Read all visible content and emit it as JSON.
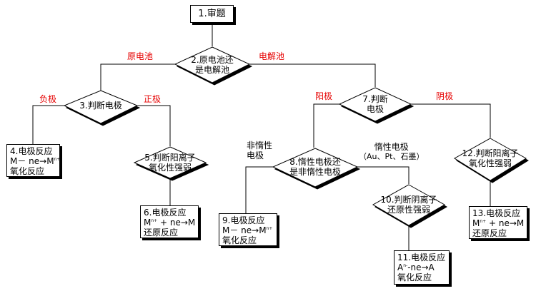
{
  "nodes": {
    "n1": "1.审题",
    "n2_l1": "2.原电池还",
    "n2_l2": "是电解池",
    "n3": "3.判断电极",
    "n4_l1": "4.电极反应",
    "n4_l2a": "M－ ne→M",
    "n4_l2sup": "n+",
    "n4_l3": "氧化反应",
    "n5_l1": "5.判断阳离子",
    "n5_l2": "氧化性强弱",
    "n6_l1": "6.电极反应",
    "n6_l2a": "M",
    "n6_l2sup": "n+",
    "n6_l2b": " + ne→M",
    "n6_l3": "还原反应",
    "n7_l1": "7.判断",
    "n7_l2": "电极",
    "n8_l1": "8.惰性电极还",
    "n8_l2": "是非惰性电极",
    "n9_l1": "9.电极反应",
    "n9_l2a": "M－ ne→M",
    "n9_l2sup": "n+",
    "n9_l3": "氧化反应",
    "n10_l1": "10.判断阴离子",
    "n10_l2": "还原性强弱",
    "n11_l1": "11.电极反应",
    "n11_l2a": "A",
    "n11_l2sup": "n-",
    "n11_l2b": "-ne→A",
    "n11_l3": "氧化反应",
    "n12_l1": "12.判断阳离子",
    "n12_l2": "氧化性强弱",
    "n13_l1": "13.电极反应",
    "n13_l2a": "M",
    "n13_l2sup": "n+",
    "n13_l2b": " + ne→M",
    "n13_l3": "还原反应"
  },
  "edge_labels": {
    "primary_cell": "原电池",
    "electrolytic_cell": "电解池",
    "negative": "负极",
    "positive": "正极",
    "anode": "阳极",
    "cathode": "阴极",
    "non_inert_l1": "非惰性",
    "non_inert_l2": "电极",
    "inert_l1": "惰性电极",
    "inert_l2": "（Au、Pt、石墨）"
  },
  "colors": {
    "label_red": "#e60000",
    "line": "#000000"
  }
}
